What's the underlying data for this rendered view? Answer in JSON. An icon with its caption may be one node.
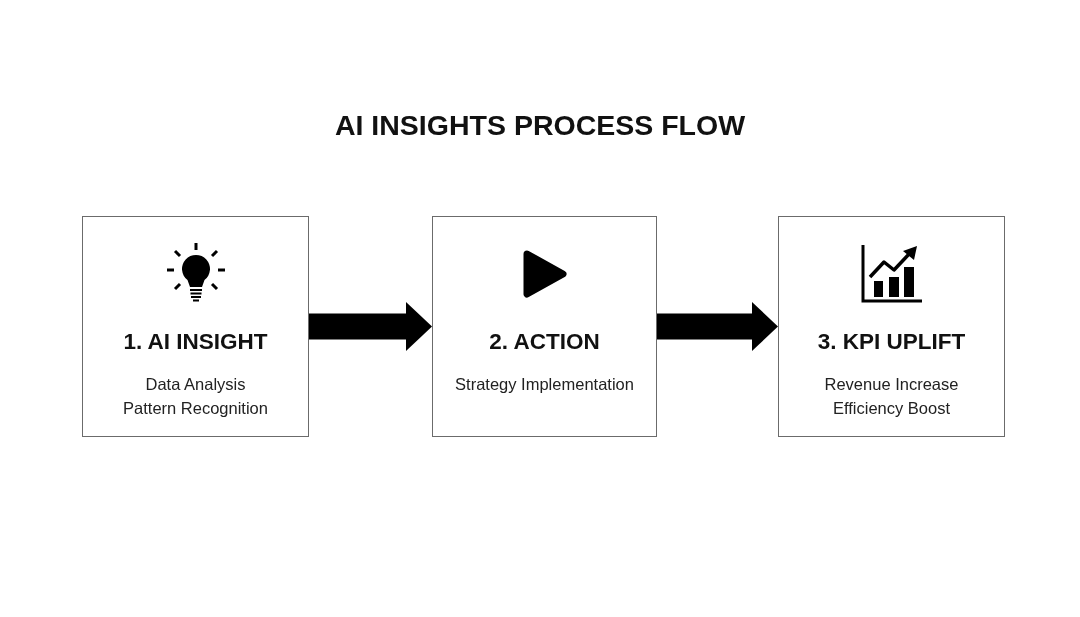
{
  "diagram": {
    "title": "AI INSIGHTS PROCESS FLOW",
    "nodes": [
      {
        "text": [
          "1. AI INSIGHT",
          "Data Analysis",
          "Pattern Recognition"
        ]
      },
      {
        "text": [
          "2. ACTION",
          "Strategy Implementation"
        ]
      },
      {
        "text": [
          "3. KPI UPLIFT",
          "Revenue Increase",
          "Efficiency Boost"
        ]
      }
    ],
    "edges": [
      {
        "from": 0,
        "to": 1,
        "arrow": "to"
      },
      {
        "from": 1,
        "to": 2,
        "arrow": "to"
      }
    ]
  }
}
